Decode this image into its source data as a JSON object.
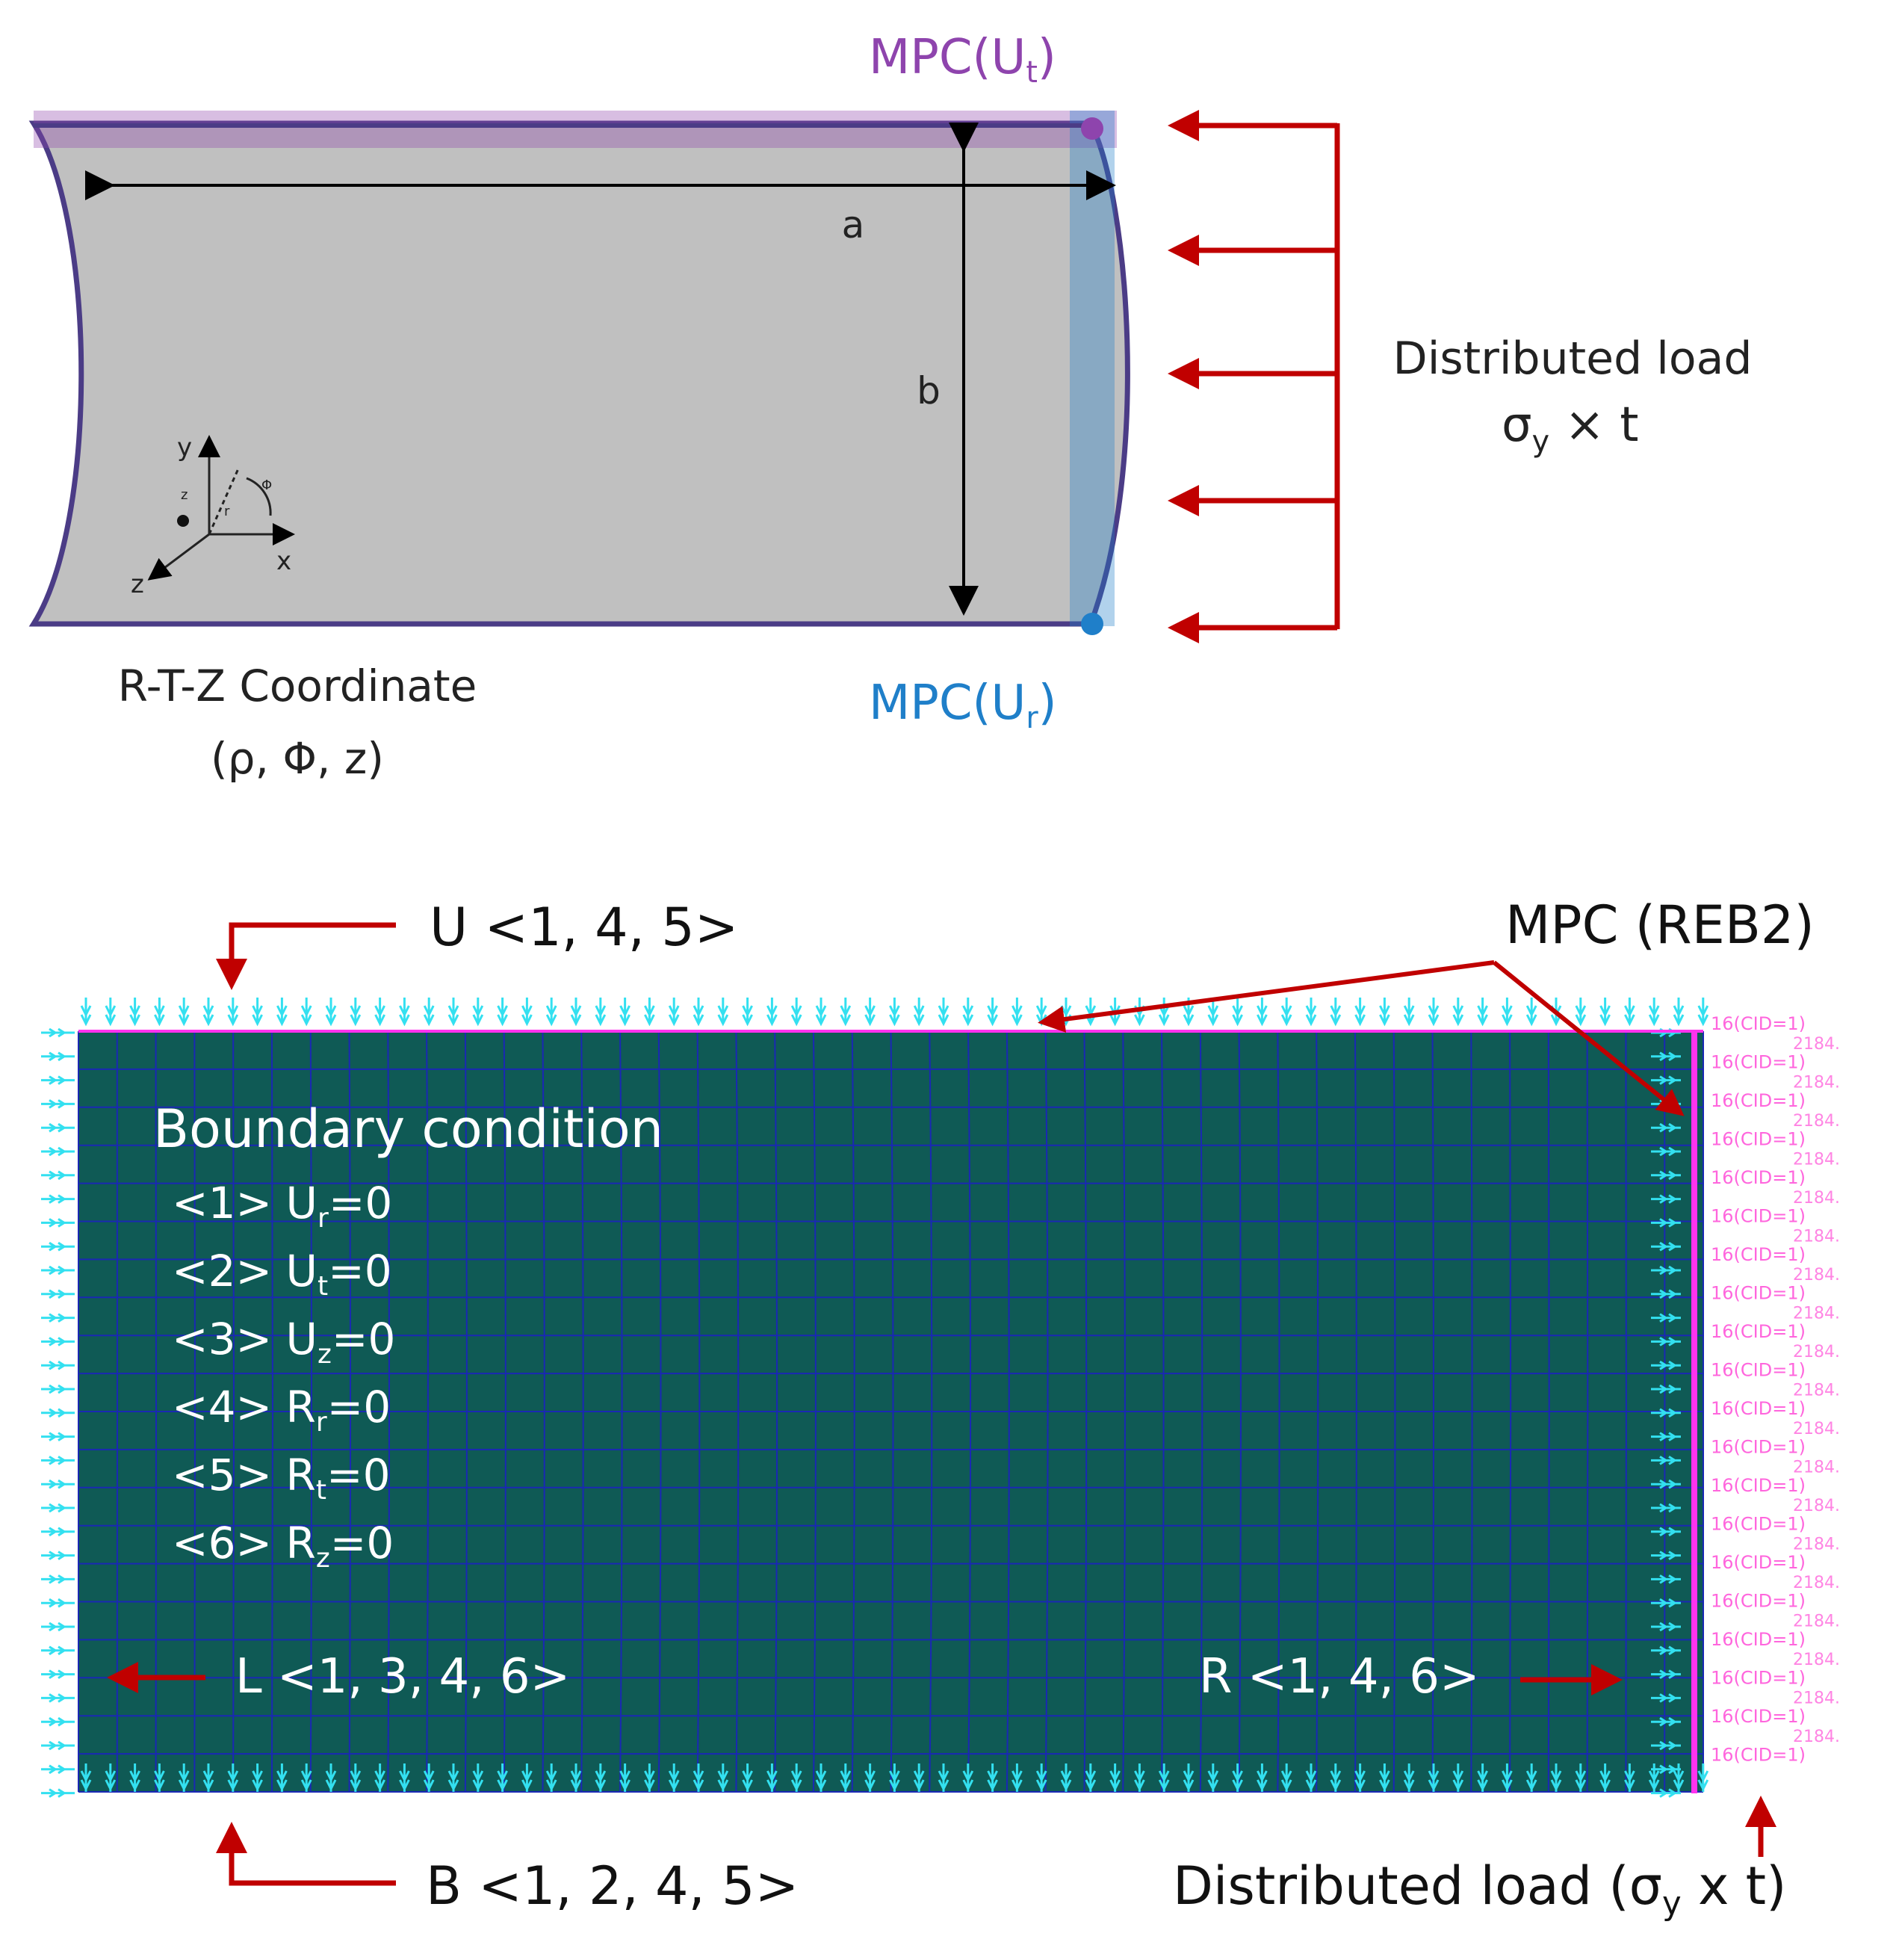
{
  "top_panel": {
    "mpc_top_label": "MPC(U",
    "mpc_top_sub": "t",
    "mpc_top_close": ")",
    "mpc_bottom_label": "MPC(U",
    "mpc_bottom_sub": "r",
    "mpc_bottom_close": ")",
    "dim_a": "a",
    "dim_b": "b",
    "load_title": "Distributed load",
    "load_sigma": "σ",
    "load_sigma_sub": "y",
    "load_times_t": " × t",
    "coord_title": "R-T-Z Coordinate",
    "coord_vars": "(ρ, Φ, z)",
    "axis_x": "x",
    "axis_y": "y",
    "axis_z": "z",
    "axis_z_small": "z",
    "axis_r_small": "r",
    "axis_phi_small": "Φ",
    "colors": {
      "panel_fill": "#c0c0c0",
      "edge": "#4b3c86",
      "mpc_top": "#8e44ad",
      "mpc_bottom": "#1f7fc9",
      "load_arrow": "#c00000"
    }
  },
  "bottom_panel": {
    "callout_U": "U <1, 4, 5>",
    "callout_B": "B <1, 2, 4, 5>",
    "callout_MPC": "MPC (REB2)",
    "callout_load": "Distributed load (σ",
    "callout_load_sub": "y",
    "callout_load_end": " x t)",
    "label_L": "L <1, 3, 4, 6>",
    "label_R": "R <1, 4, 6>",
    "bc_title": "Boundary condition",
    "bc_items": [
      {
        "prefix": "<1> U",
        "sub": "r",
        "suffix": "=0"
      },
      {
        "prefix": "<2> U",
        "sub": "t",
        "suffix": "=0"
      },
      {
        "prefix": "<3> U",
        "sub": "z",
        "suffix": "=0"
      },
      {
        "prefix": "<4> R",
        "sub": "r",
        "suffix": "=0"
      },
      {
        "prefix": "<5> R",
        "sub": "t",
        "suffix": "=0"
      },
      {
        "prefix": "<6> R",
        "sub": "z",
        "suffix": "=0"
      }
    ],
    "mpc_tag": "16(CID=1)",
    "mpc_value": "2184.",
    "colors": {
      "mesh_fill": "#0f5a55",
      "mesh_line": "#1a28b4",
      "bc_symbol": "#33e0f0",
      "mpc_marker": "#ff33ee",
      "mpc_text": "#ff66dd",
      "callout_arrow": "#c00000",
      "bc_text": "#ffffff"
    }
  }
}
